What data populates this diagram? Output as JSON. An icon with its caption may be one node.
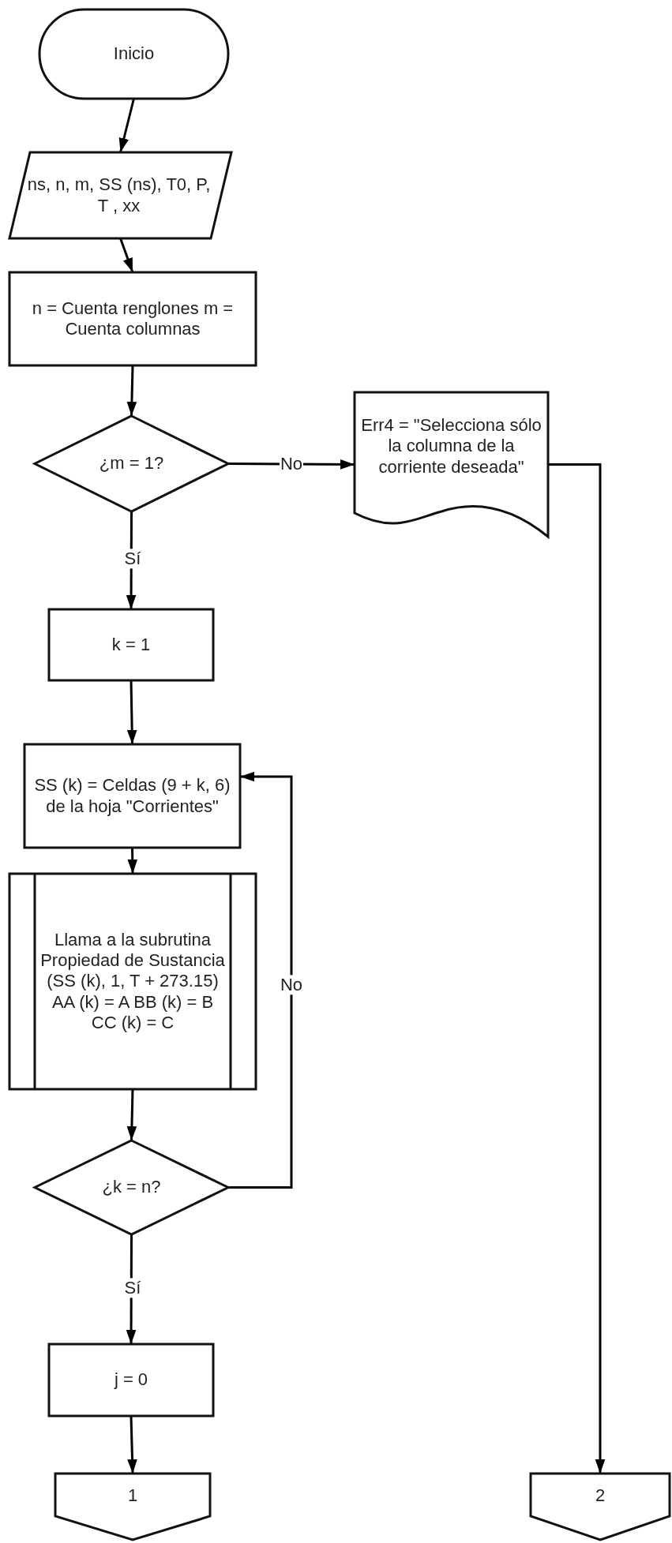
{
  "diagram": {
    "nodes": [
      {
        "text": [
          "Inicio"
        ]
      },
      {
        "text": [
          "ns, n, m, SS (ns), T0, P, T , xx"
        ]
      },
      {
        "text": [
          "n = Cuenta renglones m = Cuenta columnas"
        ]
      },
      {
        "text": [
          "¿m = 1?"
        ]
      },
      {
        "text": [
          "Err4 = \"Selecciona sólo la columna de la corriente deseada\""
        ]
      },
      {
        "text": [
          "k = 1"
        ]
      },
      {
        "text": [
          "SS (k) = Celdas (9 + k, 6) de la hoja \"Corrientes\""
        ]
      },
      {
        "text": [
          "Llama a la subrutina Propiedad de Sustancia (SS (k), 1, T + 273.15) AA (k) = A BB (k) = B CC (k) = C"
        ]
      },
      {
        "text": [
          "¿k = n?"
        ]
      },
      {
        "text": [
          "j = 0"
        ]
      },
      {
        "text": [
          "1"
        ]
      },
      {
        "text": [
          "2"
        ]
      }
    ],
    "edges": [
      {
        "from": 0,
        "to": 1,
        "arrow": "to"
      },
      {
        "from": 1,
        "to": 2,
        "arrow": "to"
      },
      {
        "from": 2,
        "to": 3,
        "arrow": "to"
      },
      {
        "from": 3,
        "to": 4,
        "arrow": "to",
        "label": "No"
      },
      {
        "from": 3,
        "to": 5,
        "arrow": "to",
        "label": "Sí"
      },
      {
        "from": 5,
        "to": 6,
        "arrow": "to"
      },
      {
        "from": 6,
        "to": 7,
        "arrow": "to"
      },
      {
        "from": 7,
        "to": 8,
        "arrow": "to"
      },
      {
        "from": 8,
        "to": 6,
        "arrow": "to",
        "label": "No"
      },
      {
        "from": 8,
        "to": 9,
        "arrow": "to",
        "label": "Sí"
      },
      {
        "from": 9,
        "to": 10,
        "arrow": "to"
      },
      {
        "from": 4,
        "to": 11,
        "arrow": "to"
      }
    ]
  }
}
